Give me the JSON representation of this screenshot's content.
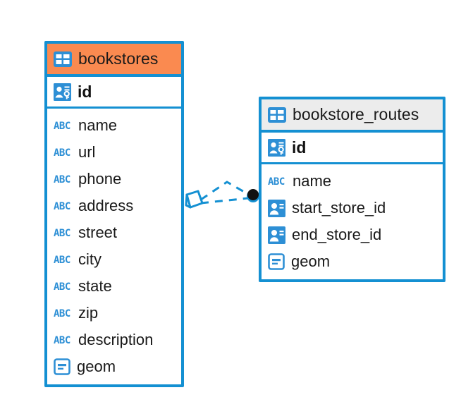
{
  "diagram": {
    "type": "entity-relationship-diagram",
    "background_color": "#ffffff",
    "accent_blue": "#1490d2",
    "accent_orange": "#fa8a50",
    "header_grey": "#ececec",
    "connector_style": "dashed",
    "connector_color": "#1490d2"
  },
  "entities": [
    {
      "name": "bookstores",
      "title": "bookstores",
      "header_color": "#fa8a50",
      "table_icon": "table-icon",
      "primary_key": {
        "label": "id",
        "icon": "primary-key-icon"
      },
      "fields": [
        {
          "label": "name",
          "icon": "abc-text-icon",
          "type": "text"
        },
        {
          "label": "url",
          "icon": "abc-text-icon",
          "type": "text"
        },
        {
          "label": "phone",
          "icon": "abc-text-icon",
          "type": "text"
        },
        {
          "label": "address",
          "icon": "abc-text-icon",
          "type": "text"
        },
        {
          "label": "street",
          "icon": "abc-text-icon",
          "type": "text"
        },
        {
          "label": "city",
          "icon": "abc-text-icon",
          "type": "text"
        },
        {
          "label": "state",
          "icon": "abc-text-icon",
          "type": "text"
        },
        {
          "label": "zip",
          "icon": "abc-text-icon",
          "type": "text"
        },
        {
          "label": "description",
          "icon": "abc-text-icon",
          "type": "text"
        },
        {
          "label": "geom",
          "icon": "geometry-icon",
          "type": "geometry"
        }
      ]
    },
    {
      "name": "bookstore_routes",
      "title": "bookstore_routes",
      "header_color": "#ececec",
      "table_icon": "table-icon",
      "primary_key": {
        "label": "id",
        "icon": "primary-key-icon"
      },
      "fields": [
        {
          "label": "name",
          "icon": "abc-text-icon",
          "type": "text"
        },
        {
          "label": "start_store_id",
          "icon": "foreign-key-icon",
          "type": "foreign-key"
        },
        {
          "label": "end_store_id",
          "icon": "foreign-key-icon",
          "type": "foreign-key"
        },
        {
          "label": "geom",
          "icon": "geometry-icon",
          "type": "geometry"
        }
      ]
    }
  ],
  "relationships": [
    {
      "from": "bookstores",
      "to": "bookstore_routes",
      "from_marker": "diamond-marker",
      "to_marker": "filled-circle-marker",
      "line_count": 2
    }
  ]
}
